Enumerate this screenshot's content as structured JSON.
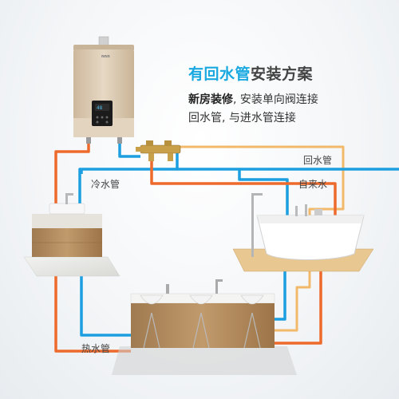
{
  "heading": {
    "highlight": "有回水管",
    "rest": "安装方案"
  },
  "description": {
    "bold": "新房装修",
    "line1_rest": ", 安装单向阀连接",
    "line2": "回水管, 与进水管连接"
  },
  "pipe_labels": {
    "return_pipe": "回水管",
    "cold_pipe": "冷水管",
    "tap_water": "自来水",
    "hot_pipe": "热水管"
  },
  "heater": {
    "brand": "nnn"
  },
  "colors": {
    "hot_pipe": "#ee6a2c",
    "cold_pipe": "#1c9fe0",
    "return_pipe": "#f2b96a",
    "highlight_text": "#19a9e0",
    "heater_body": "#d8c6ad",
    "wood": "#b58e62"
  }
}
